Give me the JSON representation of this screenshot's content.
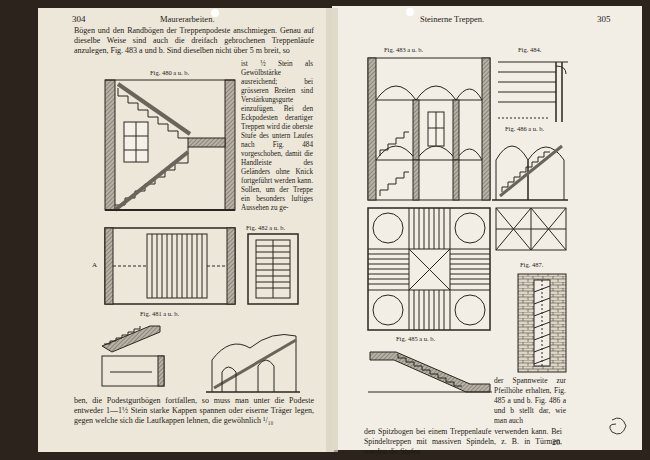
{
  "diagram": {
    "labels": [
      "304",
      "Maurerarbeiten.",
      "Bögen und den Randbögen der Treppenpodeste anschmiegen. Genau auf dieselbe Weise sind auch die dreifach gebrochenen Treppenläufe anzulegen, Fig. 483 a und b. Sind dieselben nicht über 5 m breit, so",
      "ist ½ Stein als Gewölbstärke ausreichend; bei grösseren Breiten sind Verstärkungsgurte einzufügen. Bei den Eckpodesten derartiger Treppen wird die oberste Stufe des untern Laufes nach Fig. 484 vorgeschoben, damit die Handleiste des Geländers ohne Knick fortgeführt werden kann. Sollen, um der Treppe ein besonders luftiges Aussehen zu ge-",
      "ben, die Podestgurtbögen fortfallen, so muss man unter die Podeste entweder 1—1½ Stein starke Kappen spannen oder eiserne Träger legen, gegen welche sich die Laufkappen lehnen, die gewöhnlich ¹/₁₀",
      "Fig. 480 a u. b.",
      "Fig. 482 a u. b.",
      "A",
      "Fig. 481 a u. b.",
      "Steinerne Treppen.",
      "305",
      "Fig. 483 a u. b.",
      "Fig. 484.",
      "Fig. 486 a u. b.",
      "Fig. 485 a u. b.",
      "Fig. 487.",
      "der Spannweite zur Pfeilhöhe erhalten, Fig. 485 a und b. Fig. 486 a und b stellt dar, wie man auch",
      "den Spitzbogen bei einem Treppenlaufe verwenden kann. Bei Spindeltreppen mit massiven Spindeln, z. B. in Türmen, werden die Stufen",
      "20"
    ]
  }
}
